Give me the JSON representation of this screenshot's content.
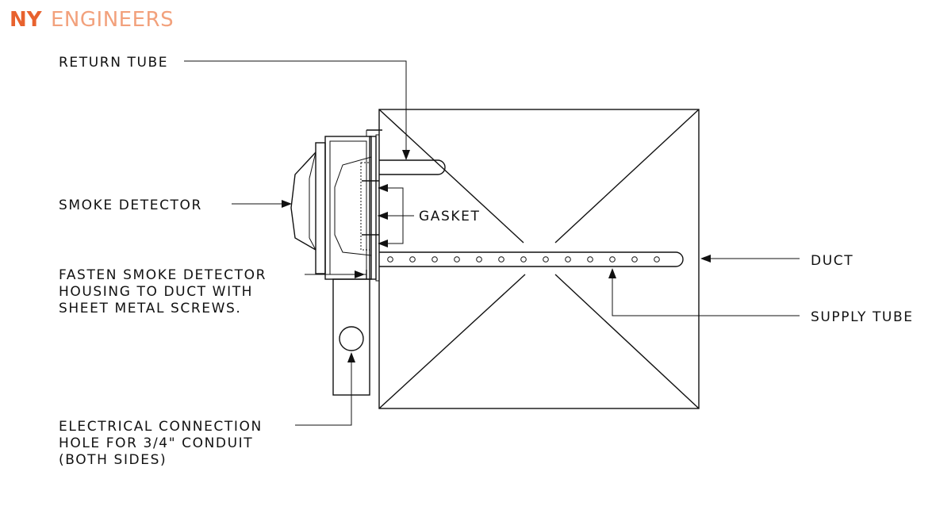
{
  "brand": {
    "ny": "NY",
    "engineers": "ENGINEERS"
  },
  "labels": {
    "return_tube": "RETURN TUBE",
    "smoke_detector": "SMOKE DETECTOR",
    "gasket": "GASKET",
    "fasten": [
      "FASTEN SMOKE DETECTOR",
      "HOUSING TO DUCT WITH",
      "SHEET METAL SCREWS."
    ],
    "duct": "DUCT",
    "supply_tube": "SUPPLY TUBE",
    "electrical": [
      "ELECTRICAL CONNECTION",
      "HOLE FOR 3/4\" CONDUIT",
      "(BOTH SIDES)"
    ]
  }
}
